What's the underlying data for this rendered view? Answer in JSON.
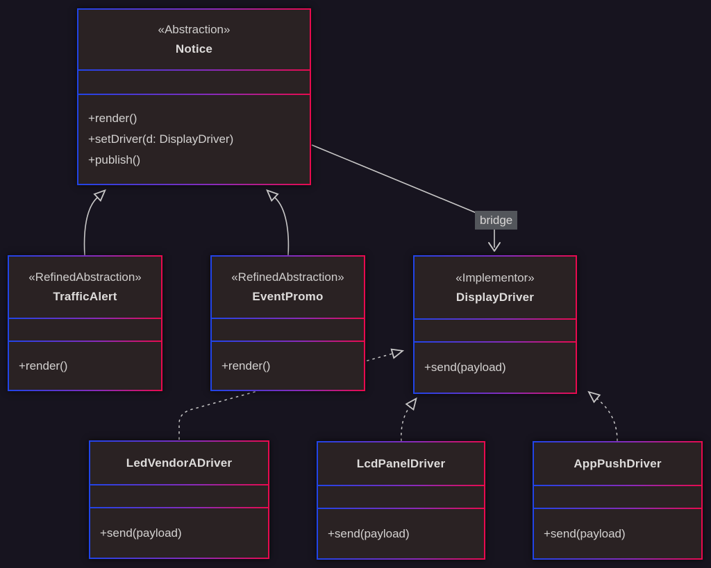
{
  "diagram": {
    "type": "uml-class-diagram",
    "pattern": "Bridge",
    "background": "#17141f",
    "box_fill": "#2a2223",
    "border_gradient_start": "#2144e8",
    "border_gradient_mid": "#8c2ab8",
    "border_gradient_end": "#e80a4e",
    "edge_color": "#c9c8c8",
    "text_color": "#d3d1d0",
    "label_bg": "#53565b"
  },
  "classes": [
    {
      "stereotype": "«Abstraction»",
      "name": "Notice",
      "methods": [
        "+render()",
        "+setDriver(d: DisplayDriver)",
        "+publish()"
      ]
    },
    {
      "stereotype": "«RefinedAbstraction»",
      "name": "TrafficAlert",
      "methods": [
        "+render()"
      ]
    },
    {
      "stereotype": "«RefinedAbstraction»",
      "name": "EventPromo",
      "methods": [
        "+render()"
      ]
    },
    {
      "stereotype": "«Implementor»",
      "name": "DisplayDriver",
      "methods": [
        "+send(payload)"
      ]
    },
    {
      "stereotype": "",
      "name": "LedVendorADriver",
      "methods": [
        "+send(payload)"
      ]
    },
    {
      "stereotype": "",
      "name": "LcdPanelDriver",
      "methods": [
        "+send(payload)"
      ]
    },
    {
      "stereotype": "",
      "name": "AppPushDriver",
      "methods": [
        "+send(payload)"
      ]
    }
  ],
  "edges": {
    "bridge_label": "bridge",
    "relationships": [
      {
        "from": "TrafficAlert",
        "to": "Notice",
        "type": "inheritance"
      },
      {
        "from": "EventPromo",
        "to": "Notice",
        "type": "inheritance"
      },
      {
        "from": "Notice",
        "to": "DisplayDriver",
        "type": "association",
        "label": "bridge"
      },
      {
        "from": "LedVendorADriver",
        "to": "DisplayDriver",
        "type": "realization"
      },
      {
        "from": "LcdPanelDriver",
        "to": "DisplayDriver",
        "type": "realization"
      },
      {
        "from": "AppPushDriver",
        "to": "DisplayDriver",
        "type": "realization"
      }
    ]
  }
}
